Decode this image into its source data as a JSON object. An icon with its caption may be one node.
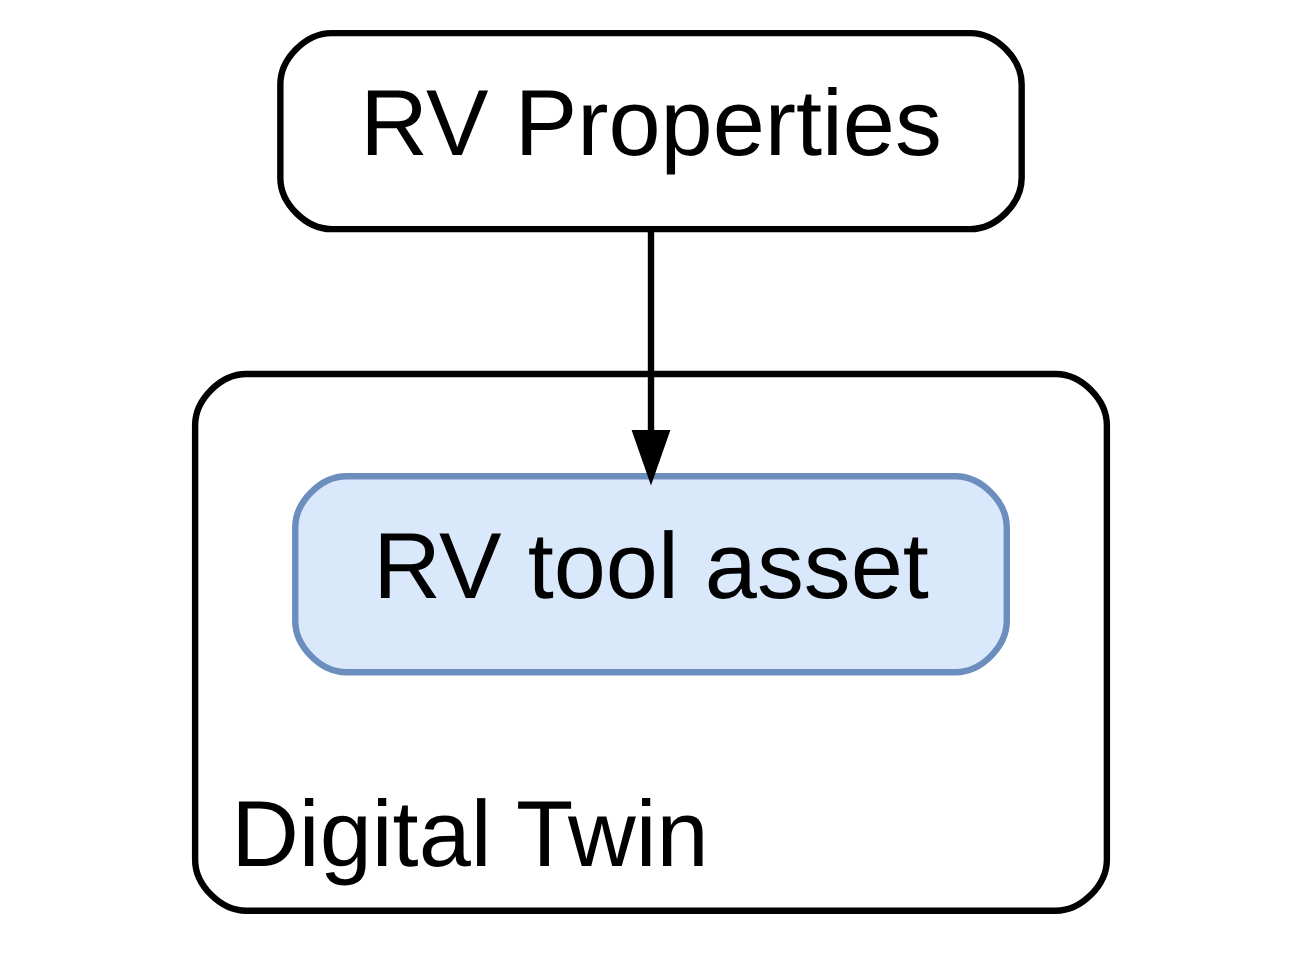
{
  "diagram": {
    "nodes": [
      {
        "text": [
          "RV Properties"
        ]
      },
      {
        "text": [
          "Digital Twin"
        ]
      },
      {
        "text": [
          "RV tool asset"
        ],
        "in": 1
      }
    ],
    "edges": [
      {
        "from": 0,
        "to": 2,
        "arrow": "to"
      }
    ]
  }
}
